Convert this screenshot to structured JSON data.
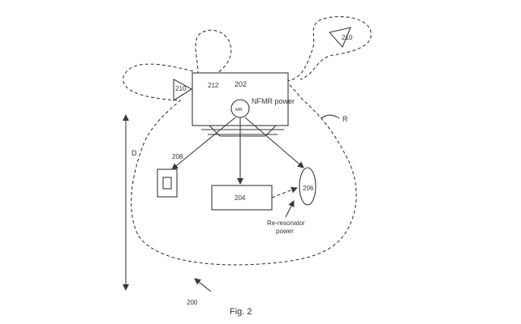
{
  "figure": {
    "caption": "Fig. 2",
    "system_label": "200",
    "region_label": "R",
    "distance_label": "D"
  },
  "components": {
    "computer_ref": "202",
    "nfmr_label": "NFMR power",
    "mr_label": "MR",
    "device_204": "204",
    "resonator_206": "206",
    "phone_208": "208",
    "antenna_left": "210",
    "antenna_right": "210",
    "antenna_region_212": "212",
    "reresonator_line1": "Re-resonator",
    "reresonator_line2": "power"
  }
}
